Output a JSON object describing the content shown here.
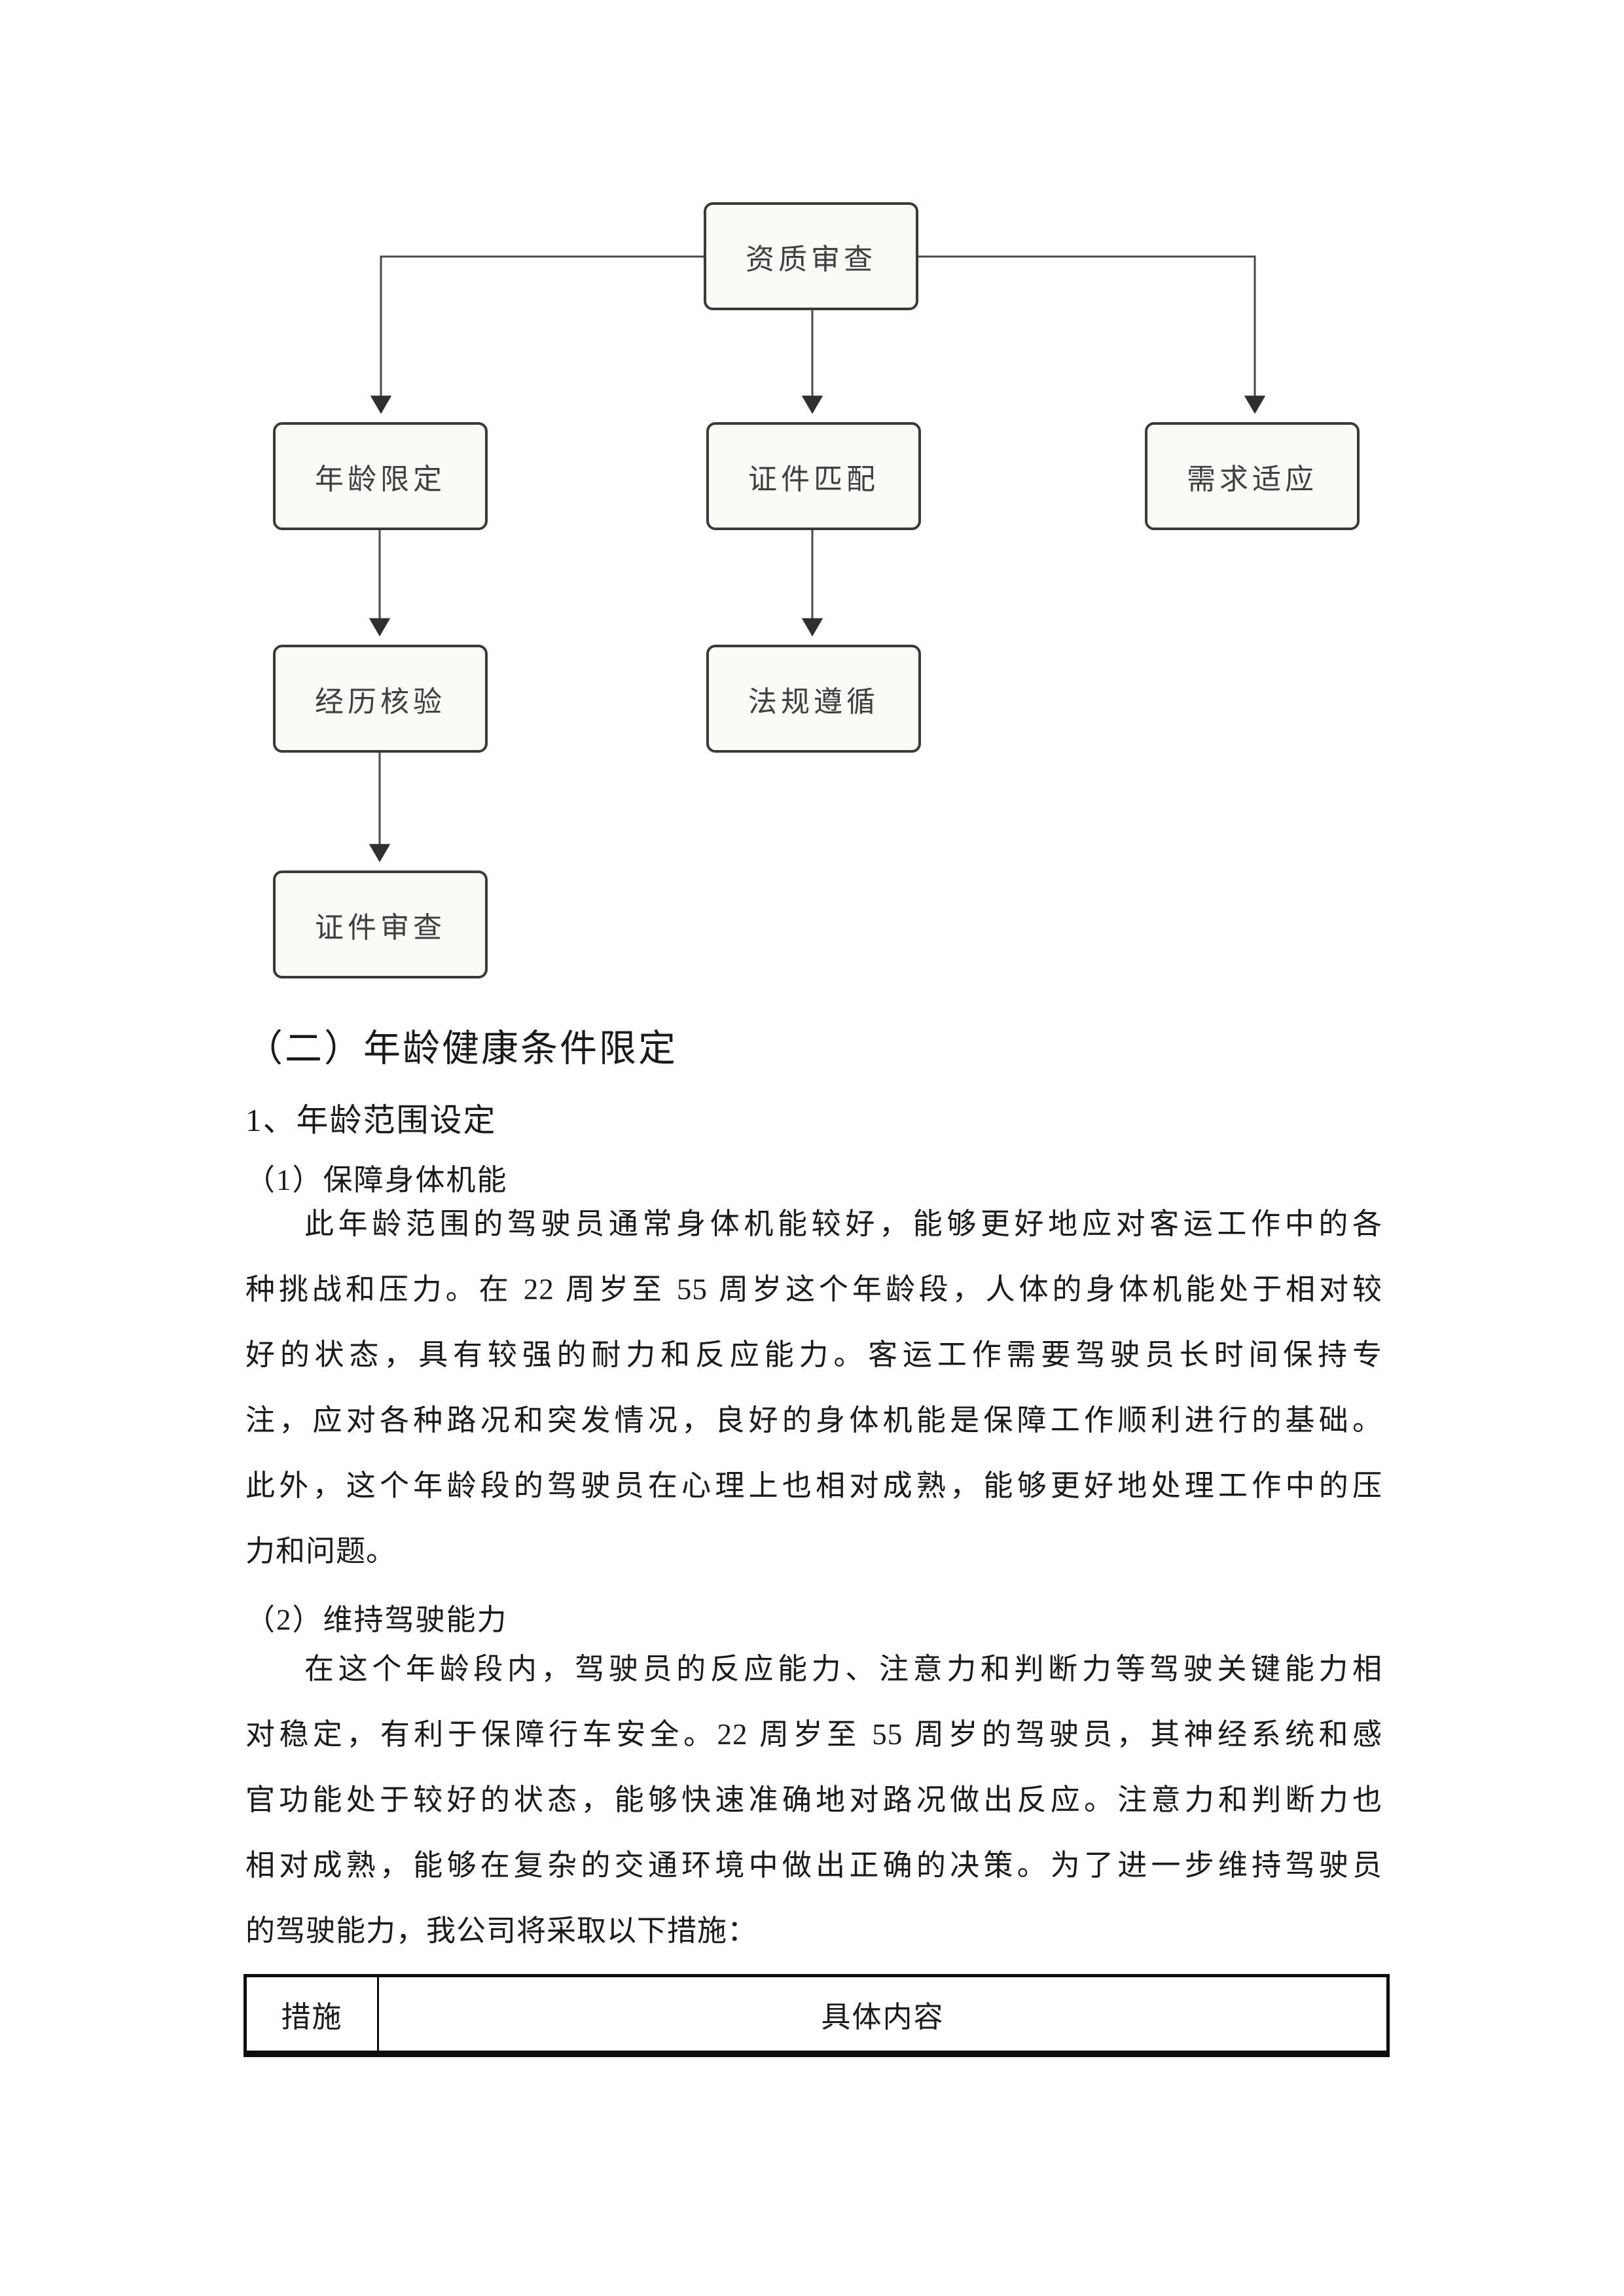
{
  "flowchart": {
    "nodes": [
      {
        "id": "qualification-review",
        "label": "资质审查"
      },
      {
        "id": "age-restriction",
        "label": "年龄限定"
      },
      {
        "id": "document-matching",
        "label": "证件匹配"
      },
      {
        "id": "demand-adaptation",
        "label": "需求适应"
      },
      {
        "id": "experience-check",
        "label": "经历核验"
      },
      {
        "id": "regulation-compliance",
        "label": "法规遵循"
      },
      {
        "id": "document-review",
        "label": "证件审查"
      }
    ],
    "edges": [
      {
        "from": "qualification-review",
        "to": "age-restriction"
      },
      {
        "from": "qualification-review",
        "to": "document-matching"
      },
      {
        "from": "qualification-review",
        "to": "demand-adaptation"
      },
      {
        "from": "age-restriction",
        "to": "experience-check"
      },
      {
        "from": "document-matching",
        "to": "regulation-compliance"
      },
      {
        "from": "experience-check",
        "to": "document-review"
      }
    ],
    "colors": {
      "node_fill": "#faf9f6",
      "node_border": "#3a3a3a",
      "connector": "#4a4a4a",
      "arrowhead": "#2f2f2f"
    }
  },
  "document": {
    "heading_level2": "（二）年龄健康条件限定",
    "heading_sub1": "1、年龄范围设定",
    "heading_sub2": "（1）保障身体机能",
    "paragraph1_lines": [
      "此年龄范围的驾驶员通常身体机能较好，能够更好地应对客运工作中的各",
      "种挑战和压力。在 22 周岁至 55 周岁这个年龄段，人体的身体机能处于相对较",
      "好的状态，具有较强的耐力和反应能力。客运工作需要驾驶员长时间保持专",
      "注，应对各种路况和突发情况，良好的身体机能是保障工作顺利进行的基础。",
      "此外，这个年龄段的驾驶员在心理上也相对成熟，能够更好地处理工作中的压",
      "力和问题。"
    ],
    "heading_sub3": "（2）维持驾驶能力",
    "paragraph2_lines": [
      "在这个年龄段内，驾驶员的反应能力、注意力和判断力等驾驶关键能力相",
      "对稳定，有利于保障行车安全。22 周岁至 55 周岁的驾驶员，其神经系统和感",
      "官功能处于较好的状态，能够快速准确地对路况做出反应。注意力和判断力也",
      "相对成熟，能够在复杂的交通环境中做出正确的决策。为了进一步维持驾驶员",
      "的驾驶能力，我公司将采取以下措施："
    ]
  },
  "table": {
    "headers": [
      "措施",
      "具体内容"
    ]
  }
}
